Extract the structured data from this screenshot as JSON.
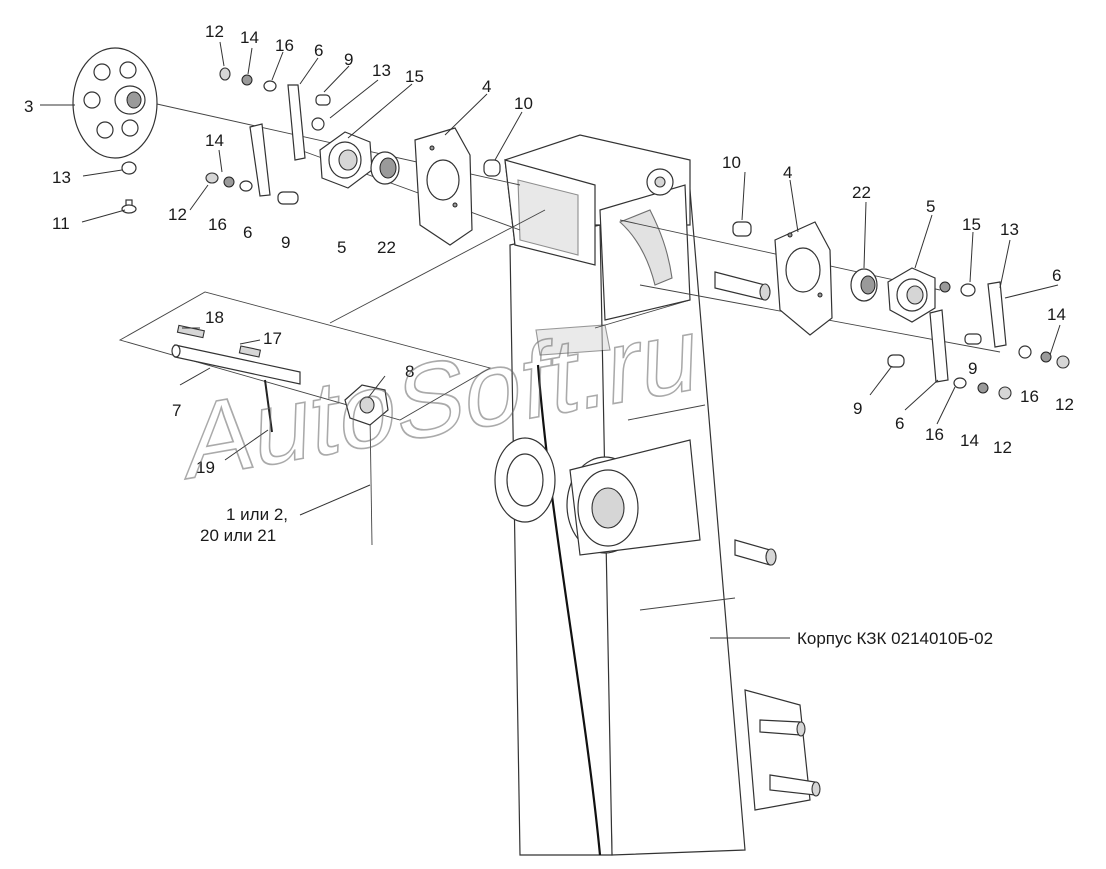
{
  "diagram": {
    "part_numbers": {
      "3": "3",
      "4": "4",
      "5": "5",
      "6": "6",
      "7": "7",
      "8": "8",
      "9": "9",
      "10": "10",
      "11": "11",
      "12": "12",
      "13": "13",
      "14": "14",
      "15": "15",
      "16": "16",
      "17": "17",
      "18": "18",
      "19": "19",
      "22": "22"
    },
    "variant_note": {
      "line1": "1 или 2,",
      "line2": "20 или 21"
    },
    "housing_label": "Корпус КЗК 0214010Б-02",
    "watermark": "AutoSoft.ru"
  }
}
